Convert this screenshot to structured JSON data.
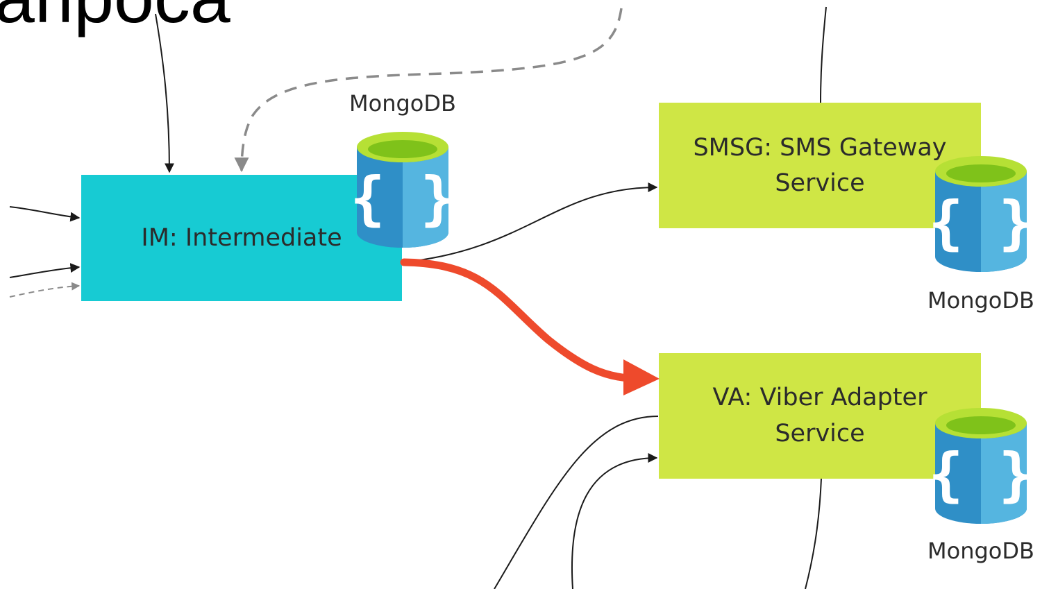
{
  "title_fragment": "апроса",
  "nodes": {
    "im": {
      "label": "IM: Intermediate",
      "color": "#17cbd3"
    },
    "smsg": {
      "label_line1": "SMSG: SMS Gateway",
      "label_line2": "Service",
      "color": "#cfe645"
    },
    "va": {
      "label_line1": "VA: Viber Adapter",
      "label_line2": "Service",
      "color": "#cfe645"
    }
  },
  "databases": {
    "im_db": {
      "label": "MongoDB",
      "icon": "mongodb-database-icon"
    },
    "smsg_db": {
      "label": "MongoDB",
      "icon": "mongodb-database-icon"
    },
    "va_db": {
      "label": "MongoDB",
      "icon": "mongodb-database-icon"
    }
  },
  "db_icon": {
    "glyph": "{ }",
    "body_color": "#2f8fc7",
    "body_light": "#55b5e0",
    "top_color": "#b6e035"
  },
  "colors": {
    "highlight_arrow": "#ee4a2c",
    "line": "#1a1a1a",
    "dashed_line": "#8a8a8a"
  }
}
